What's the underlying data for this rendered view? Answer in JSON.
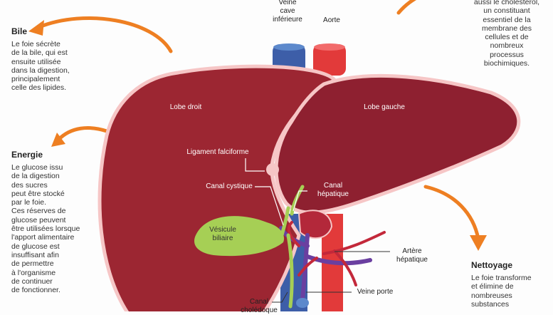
{
  "colors": {
    "liver_right": "#9c2632",
    "liver_left": "#8e2030",
    "outline": "#f6c6c6",
    "gallbladder": "#a6cf55",
    "vena_cava": "#3d5ea8",
    "aorta": "#e23a3a",
    "arrow": "#ee7f22",
    "portal": "#6a3fa0"
  },
  "labels": {
    "veine_cave_l1": "Veine",
    "veine_cave_l2": "cave",
    "veine_cave_l3": "inférieure",
    "aorte": "Aorte",
    "lobe_droit": "Lobe droit",
    "lobe_gauche": "Lobe gauche",
    "ligament": "Ligament falciforme",
    "canal_cystique": "Canal cystique",
    "canal_hepatique_l1": "Canal",
    "canal_hepatique_l2": "hépatique",
    "vesicule_l1": "Vésicule",
    "vesicule_l2": "biliaire",
    "artere_l1": "Artère",
    "artere_l2": "hépatique",
    "veine_porte": "Veine porte",
    "canal_chol_l1": "Canal",
    "canal_chol_l2": "cholédoque"
  },
  "bile": {
    "heading": "Bile",
    "lines": [
      "Le foie sécrète",
      "de la bile, qui est",
      "ensuite utilisée",
      "dans la digestion,",
      "principalement",
      "celle des lipides."
    ]
  },
  "energie": {
    "heading": "Energie",
    "lines": [
      "Le glucose issu",
      "de la digestion",
      "des sucres",
      "peut être stocké",
      "par le foie.",
      "Ces réserves de",
      "glucose peuvent",
      "être utilisées lorsque",
      "l'apport alimentaire",
      "de glucose est",
      "insuffisant afin",
      "de permettre",
      "à l'organisme",
      "de continuer",
      "de fonctionner."
    ]
  },
  "cholesterol": {
    "lines": [
      "aussi le cholestérol,",
      "un constituant",
      "essentiel de la",
      "membrane des",
      "cellules et de",
      "nombreux",
      "processus",
      "biochimiques."
    ]
  },
  "nettoyage": {
    "heading": "Nettoyage",
    "lines": [
      "Le foie transforme",
      "et élimine de",
      "nombreuses",
      "substances"
    ]
  }
}
